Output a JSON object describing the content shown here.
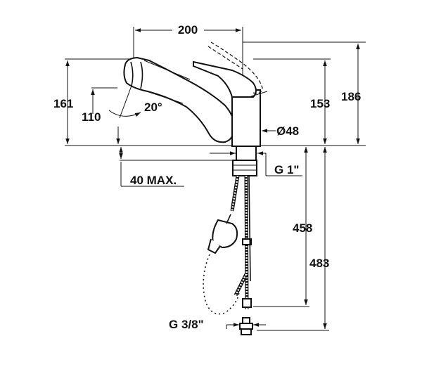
{
  "dimensions": {
    "width_200": "200",
    "height_161": "161",
    "height_110": "110",
    "angle_20": "20°",
    "height_153": "153",
    "height_186": "186",
    "diameter_48": "Ø48",
    "thread_g1": "G 1\"",
    "max_40": "40 MAX.",
    "length_458": "458",
    "length_483": "483",
    "thread_g38": "G 3/8\""
  }
}
